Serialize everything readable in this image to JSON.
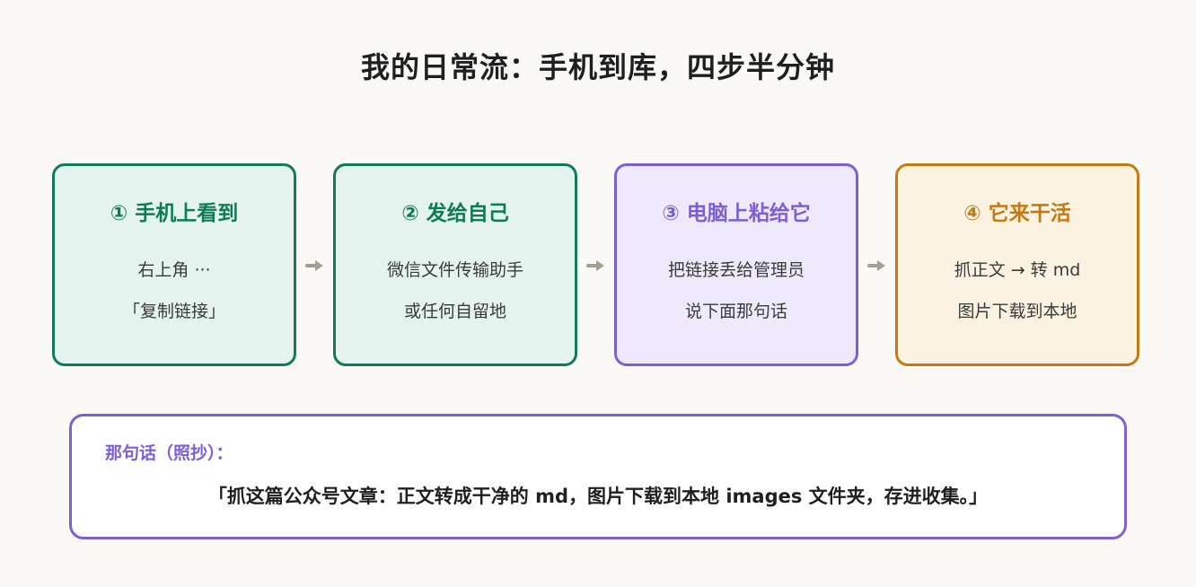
{
  "title": "我的日常流：手机到库，四步半分钟",
  "steps": [
    {
      "title": "① 手机上看到",
      "line1": "右上角 ···",
      "line2": "「复制链接」",
      "theme": "green",
      "accent": "#0f7a58"
    },
    {
      "title": "② 发给自己",
      "line1": "微信文件传输助手",
      "line2": "或任何自留地",
      "theme": "green",
      "accent": "#0f7a58"
    },
    {
      "title": "③ 电脑上粘给它",
      "line1": "把链接丢给管理员",
      "line2": "说下面那句话",
      "theme": "purple",
      "accent": "#7d5fd3"
    },
    {
      "title": "④ 它来干活",
      "line1": "抓正文 → 转 md",
      "line2": "图片下载到本地",
      "theme": "orange",
      "accent": "#c47a12"
    }
  ],
  "note": {
    "label": "那句话（照抄）：",
    "quote": "「抓这篇公众号文章：正文转成干净的 md，图片下载到本地 images 文件夹，存进收集。」"
  },
  "colors": {
    "background": "#faf9f5",
    "green": "#127a5a",
    "purple": "#7d5fd3",
    "orange": "#c47a12",
    "arrow": "#a39e92"
  }
}
